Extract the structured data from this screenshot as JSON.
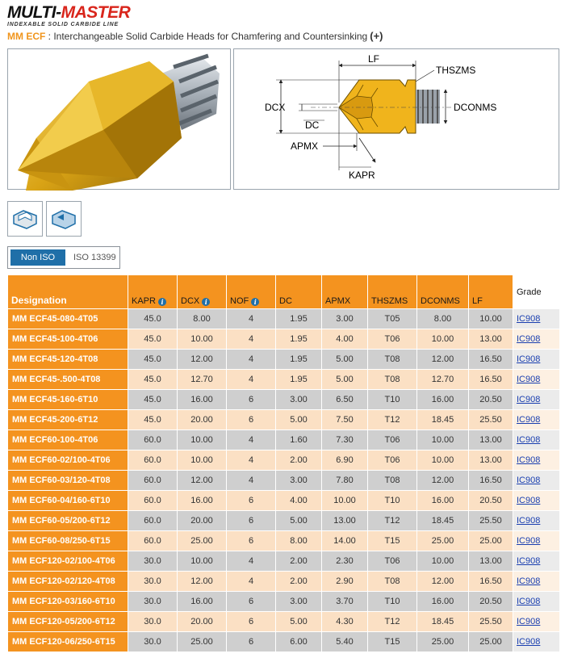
{
  "brand": {
    "part1": "MULTI-",
    "part2": "MASTER",
    "tagline": "INDEXABLE SOLID CARBIDE LINE"
  },
  "subtitle": {
    "code": "MM ECF",
    "text": " : Interchangeable Solid Carbide Heads for Chamfering and Countersinking",
    "plus": "(+)"
  },
  "diagram_labels": {
    "lf": "LF",
    "thszms": "THSZMS",
    "dcx": "DCX",
    "dconms": "DCONMS",
    "dc": "DC",
    "apmx": "APMX",
    "kapr": "KAPR"
  },
  "standards": {
    "active": "Non ISO",
    "inactive": "ISO 13399"
  },
  "table": {
    "headers": [
      "Designation",
      "KAPR",
      "DCX",
      "NOF",
      "DC",
      "APMX",
      "THSZMS",
      "DCONMS",
      "LF",
      "Grade"
    ],
    "rows": [
      [
        "MM ECF45-080-4T05",
        "45.0",
        "8.00",
        "4",
        "1.95",
        "3.00",
        "T05",
        "8.00",
        "10.00",
        "IC908"
      ],
      [
        "MM ECF45-100-4T06",
        "45.0",
        "10.00",
        "4",
        "1.95",
        "4.00",
        "T06",
        "10.00",
        "13.00",
        "IC908"
      ],
      [
        "MM ECF45-120-4T08",
        "45.0",
        "12.00",
        "4",
        "1.95",
        "5.00",
        "T08",
        "12.00",
        "16.50",
        "IC908"
      ],
      [
        "MM ECF45-.500-4T08",
        "45.0",
        "12.70",
        "4",
        "1.95",
        "5.00",
        "T08",
        "12.70",
        "16.50",
        "IC908"
      ],
      [
        "MM ECF45-160-6T10",
        "45.0",
        "16.00",
        "6",
        "3.00",
        "6.50",
        "T10",
        "16.00",
        "20.50",
        "IC908"
      ],
      [
        "MM ECF45-200-6T12",
        "45.0",
        "20.00",
        "6",
        "5.00",
        "7.50",
        "T12",
        "18.45",
        "25.50",
        "IC908"
      ],
      [
        "MM ECF60-100-4T06",
        "60.0",
        "10.00",
        "4",
        "1.60",
        "7.30",
        "T06",
        "10.00",
        "13.00",
        "IC908"
      ],
      [
        "MM ECF60-02/100-4T06",
        "60.0",
        "10.00",
        "4",
        "2.00",
        "6.90",
        "T06",
        "10.00",
        "13.00",
        "IC908"
      ],
      [
        "MM ECF60-03/120-4T08",
        "60.0",
        "12.00",
        "4",
        "3.00",
        "7.80",
        "T08",
        "12.00",
        "16.50",
        "IC908"
      ],
      [
        "MM ECF60-04/160-6T10",
        "60.0",
        "16.00",
        "6",
        "4.00",
        "10.00",
        "T10",
        "16.00",
        "20.50",
        "IC908"
      ],
      [
        "MM ECF60-05/200-6T12",
        "60.0",
        "20.00",
        "6",
        "5.00",
        "13.00",
        "T12",
        "18.45",
        "25.50",
        "IC908"
      ],
      [
        "MM ECF60-08/250-6T15",
        "60.0",
        "25.00",
        "6",
        "8.00",
        "14.00",
        "T15",
        "25.00",
        "25.00",
        "IC908"
      ],
      [
        "MM ECF120-02/100-4T06",
        "30.0",
        "10.00",
        "4",
        "2.00",
        "2.30",
        "T06",
        "10.00",
        "13.00",
        "IC908"
      ],
      [
        "MM ECF120-02/120-4T08",
        "30.0",
        "12.00",
        "4",
        "2.00",
        "2.90",
        "T08",
        "12.00",
        "16.50",
        "IC908"
      ],
      [
        "MM ECF120-03/160-6T10",
        "30.0",
        "16.00",
        "6",
        "3.00",
        "3.70",
        "T10",
        "16.00",
        "20.50",
        "IC908"
      ],
      [
        "MM ECF120-05/200-6T12",
        "30.0",
        "20.00",
        "6",
        "5.00",
        "4.30",
        "T12",
        "18.45",
        "25.50",
        "IC908"
      ],
      [
        "MM ECF120-06/250-6T15",
        "30.0",
        "25.00",
        "6",
        "6.00",
        "5.40",
        "T15",
        "25.00",
        "25.00",
        "IC908"
      ]
    ]
  },
  "colors": {
    "orange": "#f4931f",
    "blue": "#1f6fa8",
    "gold": "#e8b21a",
    "link": "#1a3fb0"
  },
  "icons": [
    "info-icon",
    "chamfer-geometry-icon",
    "countersink-geometry-icon"
  ]
}
